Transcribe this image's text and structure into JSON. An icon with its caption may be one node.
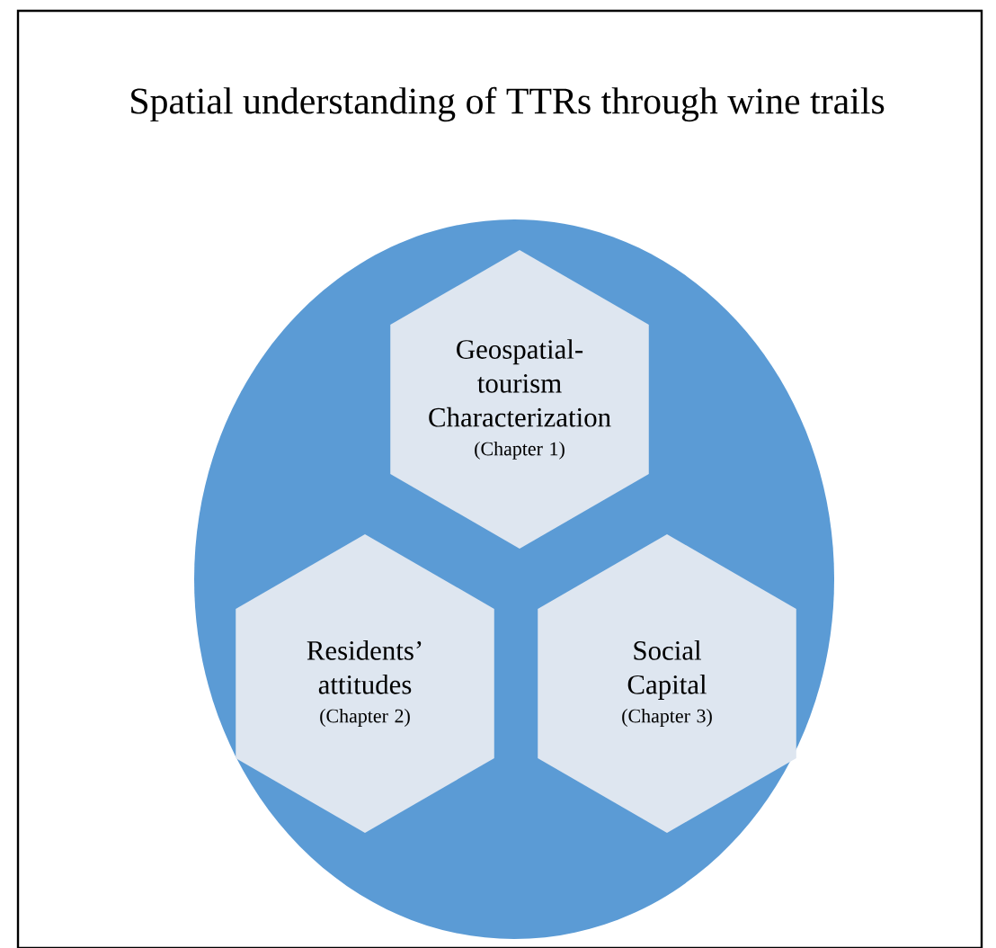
{
  "diagram": {
    "title": "Spatial understanding of TTRs through wine trails",
    "nodes": [
      {
        "text": [],
        "shape": "circle"
      },
      {
        "text": [
          "Geospatial- tourism Characterization",
          "(Chapter 1)"
        ],
        "in": 0
      },
      {
        "text": [
          "Residents’ attitudes",
          "(Chapter 2)"
        ],
        "in": 0
      },
      {
        "text": [
          "Social Capital",
          "(Chapter 3)"
        ],
        "in": 0
      }
    ]
  }
}
